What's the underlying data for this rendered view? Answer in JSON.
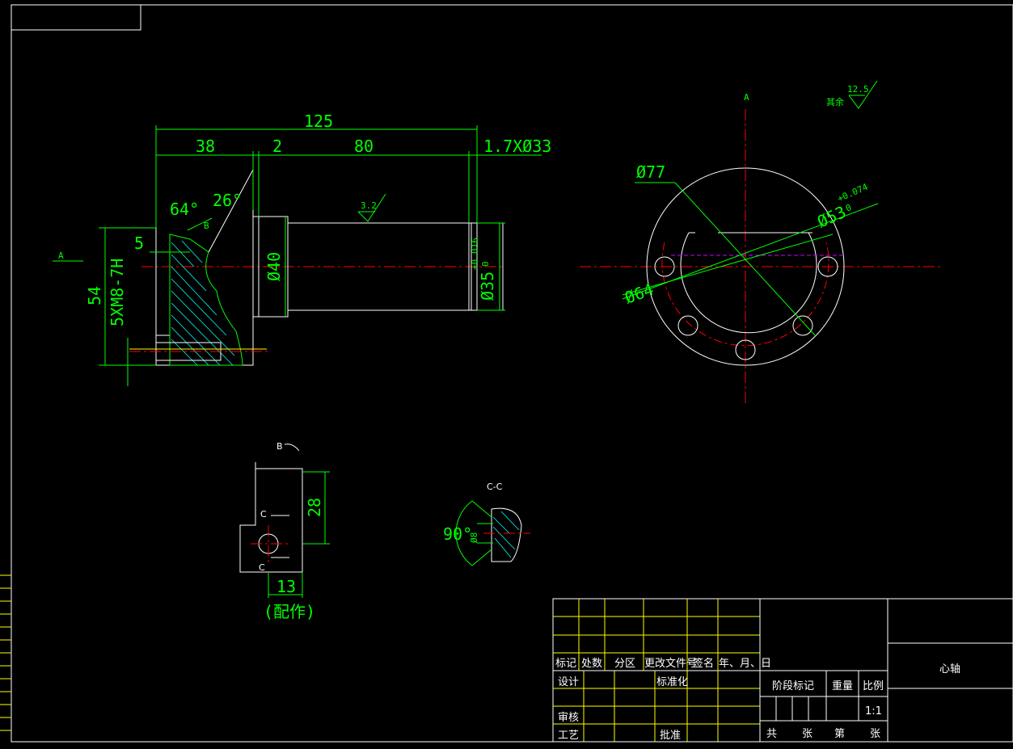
{
  "drawing": {
    "title": "心轴",
    "view_a_label": "A",
    "main_view": {
      "dims": {
        "overall": "125",
        "d38": "38",
        "d2": "2",
        "d80": "80",
        "groove": "1.7XØ33",
        "ang64": "64°",
        "ang26": "26°",
        "d5": "5",
        "d54": "54",
        "thread": "5XM8-7H",
        "dia40": "Ø40",
        "dia35": "Ø35",
        "tol35_up": "+0.016",
        "tol35_lo": "0",
        "rough": "3.2",
        "label_b": "B",
        "label_a": "A"
      }
    },
    "end_view": {
      "label_a": "A",
      "rough_other": "其余",
      "rough_other_val": "12.5",
      "dia77": "Ø77",
      "dia53": "Ø53",
      "tol53_up": "+0.074",
      "tol53_lo": "0",
      "dia64": "Ø64"
    },
    "view_b": {
      "label": "B",
      "dim28": "28",
      "dim13": "13",
      "note": "(配作)",
      "cut_c1": "C",
      "cut_c2": "C"
    },
    "section_cc": {
      "label": "C-C",
      "angle": "90°",
      "dia": "Ø8"
    },
    "title_block": {
      "rev_headers": [
        "标记",
        "处数",
        "分区",
        "更改文件号",
        "签名",
        "年、月、日"
      ],
      "design": "设计",
      "standard": "标准化",
      "review": "审核",
      "process": "工艺",
      "approve": "批准",
      "stage": "阶段标记",
      "weight": "重量",
      "scale": "比例",
      "scale_val": "1:1",
      "total": "共",
      "sheets": "张",
      "page": "第",
      "sheet2": "张",
      "part_name": "心轴"
    }
  }
}
